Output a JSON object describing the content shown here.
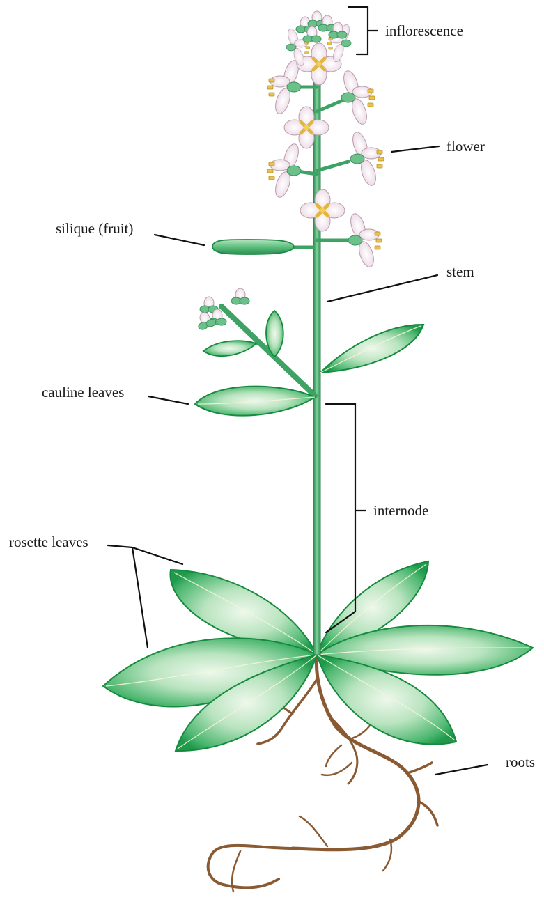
{
  "labels": {
    "inflorescence": "inflorescence",
    "flower": "flower",
    "silique": "silique (fruit)",
    "stem": "stem",
    "cauline_leaves": "cauline leaves",
    "internode": "internode",
    "rosette_leaves": "rosette leaves",
    "roots": "roots"
  },
  "colors": {
    "leaf_light": "#dff3df",
    "leaf_mid": "#7fcf8f",
    "leaf_dark": "#1f9a4c",
    "leaf_edge": "#168a3f",
    "stem": "#3fa265",
    "petal": "#f6eef4",
    "anther": "#e9c24e",
    "root": "#8a5a33",
    "label_text": "#1a1a1a"
  }
}
